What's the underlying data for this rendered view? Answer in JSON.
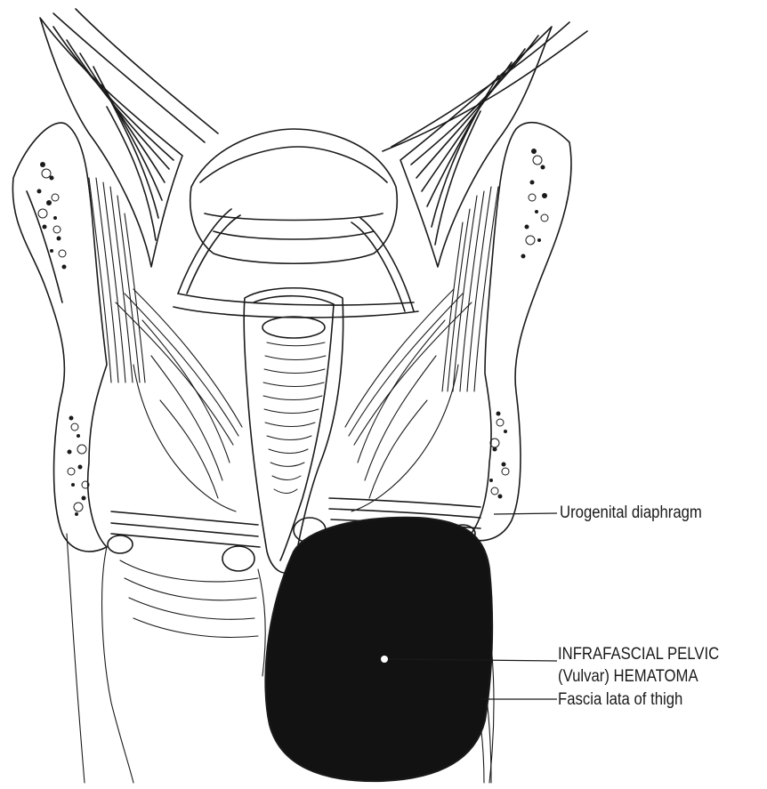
{
  "labels": {
    "urogenital": "Urogenital diaphragm",
    "hematoma_line1": "INFRAFASCIAL PELVIC",
    "hematoma_line2": "(Vulvar) HEMATOMA",
    "fascia": "Fascia lata of thigh"
  },
  "colors": {
    "ink": "#1a1a1a",
    "hematoma_fill": "#121212",
    "paper": "#ffffff"
  }
}
